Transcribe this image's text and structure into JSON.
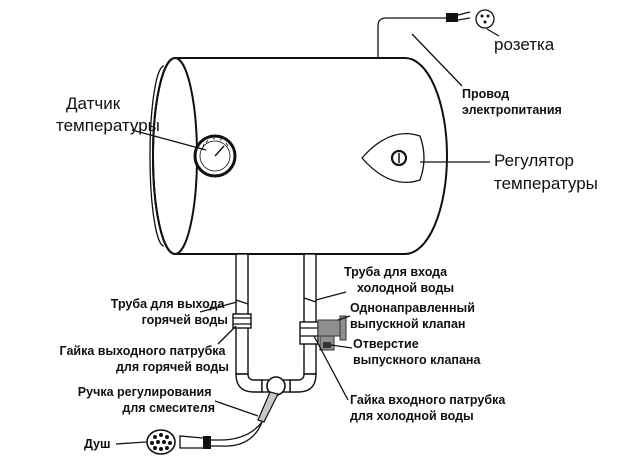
{
  "labels": {
    "socket": "розетка",
    "power_cord": [
      "Провод",
      "электропитания"
    ],
    "temp_sensor": [
      "Датчик",
      "температуры"
    ],
    "temp_regulator": [
      "Регулятор",
      "температуры"
    ],
    "hot_pipe": [
      "Труба для выхода",
      "горячей воды"
    ],
    "hot_nut": [
      "Гайка выходного патрубка",
      "для горячей воды"
    ],
    "mixer_handle": [
      "Ручка регулирования",
      "для смесителя"
    ],
    "shower": "Душ",
    "cold_pipe": [
      "Труба для входа",
      "холодной воды"
    ],
    "check_valve": [
      "Однонаправленный",
      "выпускной клапан"
    ],
    "valve_hole": [
      "Отверстие",
      "выпускного клапана"
    ],
    "cold_nut": [
      "Гайка входного патрубка",
      "для холодной воды"
    ]
  },
  "icons": {
    "socket": "power-socket-icon",
    "thermometer": "thermometer-dial-icon",
    "regulator": "regulator-knob-icon",
    "shower_head": "shower-head-icon"
  }
}
